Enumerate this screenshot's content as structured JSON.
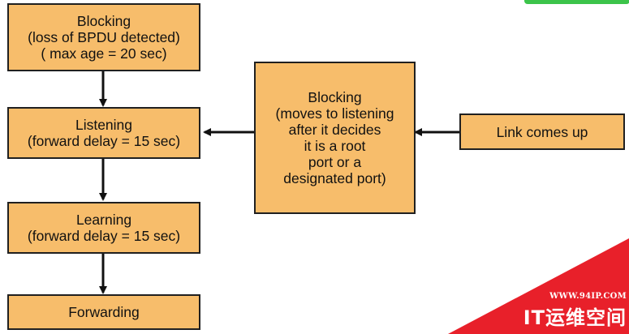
{
  "diagram": {
    "nodes": {
      "blocking_initial": {
        "lines": [
          "Blocking",
          "(loss of BPDU detected)",
          "( max age = 20 sec)"
        ]
      },
      "listening": {
        "lines": [
          "Listening",
          "(forward delay = 15 sec)"
        ]
      },
      "learning": {
        "lines": [
          "Learning",
          "(forward delay = 15 sec)"
        ]
      },
      "forwarding": {
        "lines": [
          "Forwarding"
        ]
      },
      "blocking_link": {
        "lines": [
          "Blocking",
          "(moves to listening",
          "after it decides",
          "it is a root",
          "port or a",
          "designated port)"
        ]
      },
      "link_up": {
        "lines": [
          "Link comes up"
        ]
      }
    },
    "edges": [
      {
        "from": "blocking_initial",
        "to": "listening"
      },
      {
        "from": "listening",
        "to": "learning"
      },
      {
        "from": "learning",
        "to": "forwarding"
      },
      {
        "from": "blocking_link",
        "to": "listening"
      },
      {
        "from": "link_up",
        "to": "blocking_link"
      }
    ]
  },
  "watermark": {
    "url": "WWW.94IP.COM",
    "name": "IT运维空间"
  },
  "colors": {
    "box_fill": "#f7bd6b",
    "box_border": "#202020",
    "arrow": "#111111",
    "watermark_red": "#e8202a",
    "top_tab_green": "#3cc44a"
  }
}
